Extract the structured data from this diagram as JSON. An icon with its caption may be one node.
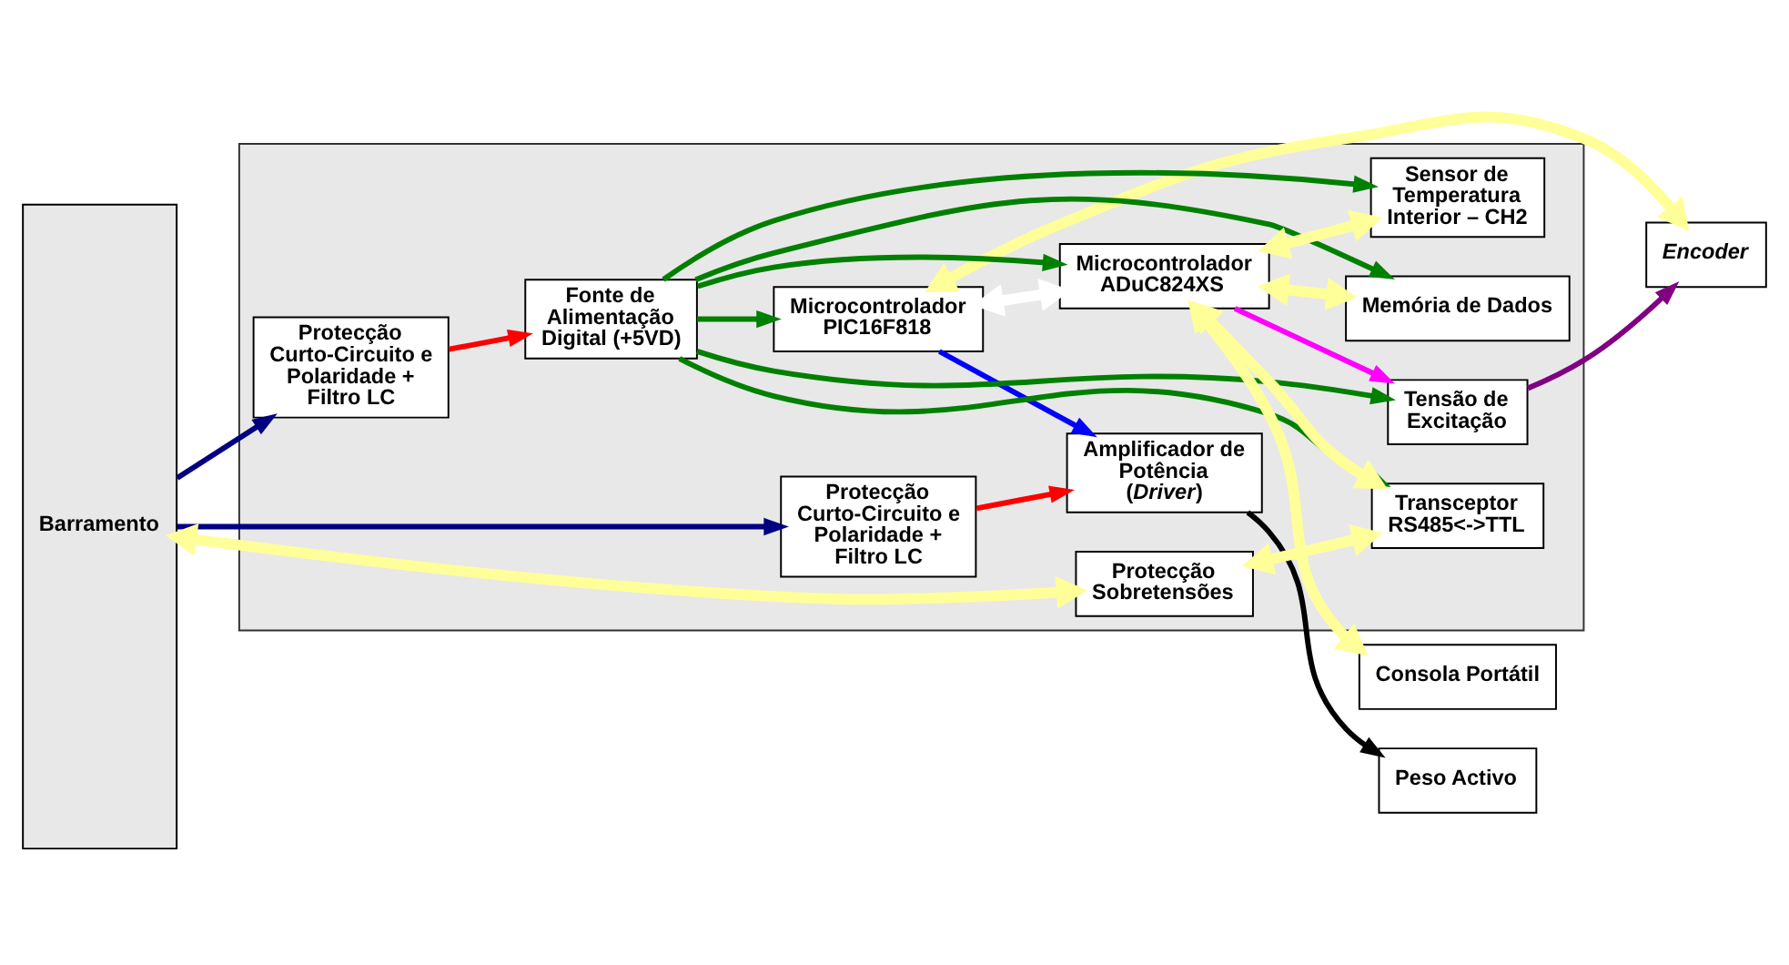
{
  "diagram": {
    "nodes": [
      {
        "text": [
          "Barramento"
        ]
      },
      {
        "text": [],
        "shape": "box"
      },
      {
        "text": [
          "Protecção Curto-Circuito e Polaridade + Filtro LC"
        ],
        "in": 1
      },
      {
        "text": [
          "Amplificador de Potência (*Driver*)"
        ],
        "in": 1
      },
      {
        "text": [
          "Peso Activo"
        ]
      },
      {
        "text": [
          "Microcontrolador PIC16F818"
        ],
        "in": 1
      },
      {
        "text": [
          "Encoder"
        ]
      },
      {
        "text": [
          "Protecção Curto-Circuito e Polaridade + Filtro LC"
        ],
        "in": 1
      },
      {
        "text": [
          "Fonte de Alimentação Digital (+5VD)"
        ],
        "in": 1
      },
      {
        "text": [
          "Tensão de Excitação"
        ],
        "in": 1
      },
      {
        "text": [
          "Microcontrolador ADuC824XS"
        ],
        "in": 1
      },
      {
        "text": [
          "Consola Portátil"
        ]
      },
      {
        "text": [
          "Memória de Dados"
        ],
        "in": 1
      },
      {
        "text": [
          "Sensor de Temperatura Interior – CH2"
        ],
        "in": 1
      },
      {
        "text": [
          "Protecção Sobretensões"
        ],
        "in": 1
      },
      {
        "text": [
          "Transceptor RS485<->TTL"
        ],
        "in": 1
      }
    ],
    "edges": [
      {
        "from": 0,
        "to": 2,
        "arrow": "to",
        "color": "#000080"
      },
      {
        "from": 0,
        "to": 7,
        "arrow": "to",
        "color": "#000080"
      },
      {
        "from": 2,
        "to": 3,
        "arrow": "to",
        "color": "#ff0000"
      },
      {
        "from": 3,
        "to": 4,
        "arrow": "to",
        "color": "#000000"
      },
      {
        "from": 5,
        "to": 3,
        "arrow": "to",
        "color": "#0000ff"
      },
      {
        "from": 5,
        "to": 6,
        "arrow": "both",
        "style": "thick",
        "color": "#ffff99"
      },
      {
        "from": 5,
        "to": 10,
        "arrow": "both",
        "style": "thick",
        "color": "#ffffff"
      },
      {
        "from": 7,
        "to": 8,
        "arrow": "to",
        "color": "#ff0000"
      },
      {
        "from": 8,
        "to": 5,
        "arrow": "to",
        "color": "#008000"
      },
      {
        "from": 8,
        "to": 9,
        "arrow": "to",
        "color": "#008000"
      },
      {
        "from": 8,
        "to": 10,
        "arrow": "to",
        "color": "#008000"
      },
      {
        "from": 8,
        "to": 12,
        "arrow": "to",
        "color": "#008000"
      },
      {
        "from": 8,
        "to": 13,
        "arrow": "to",
        "color": "#008000"
      },
      {
        "from": 8,
        "to": 15,
        "arrow": "to",
        "color": "#008000"
      },
      {
        "from": 9,
        "to": 6,
        "arrow": "to",
        "color": "#800080"
      },
      {
        "from": 10,
        "to": 9,
        "arrow": "to",
        "color": "#ff00ff"
      },
      {
        "from": 10,
        "to": 11,
        "arrow": "both",
        "style": "thick",
        "color": "#ffff99"
      },
      {
        "from": 10,
        "to": 12,
        "arrow": "both",
        "style": "thick",
        "color": "#ffff99"
      },
      {
        "from": 10,
        "to": 13,
        "arrow": "both",
        "style": "thick",
        "color": "#ffff99"
      },
      {
        "from": 10,
        "to": 15,
        "arrow": "both",
        "style": "thick",
        "color": "#ffff99"
      },
      {
        "from": 0,
        "to": 14,
        "arrow": "both",
        "style": "thick",
        "color": "#ffff99"
      },
      {
        "from": 14,
        "to": 15,
        "arrow": "both",
        "style": "thick",
        "color": "#ffff99"
      }
    ]
  }
}
